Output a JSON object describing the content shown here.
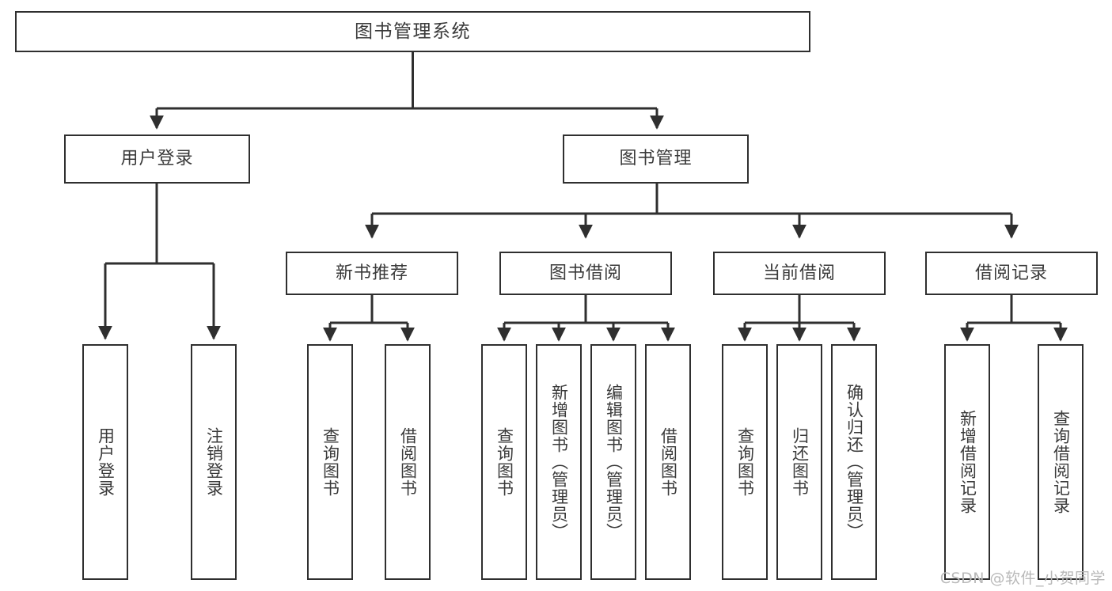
{
  "diagram": {
    "title": "图书管理系统",
    "type": "tree",
    "root": {
      "id": "root",
      "label": "图书管理系统"
    },
    "level2": [
      {
        "id": "user-login",
        "label": "用户登录"
      },
      {
        "id": "book-manage",
        "label": "图书管理"
      }
    ],
    "level3": [
      {
        "id": "new-book-rec",
        "label": "新书推荐",
        "parent": "book-manage"
      },
      {
        "id": "book-borrow",
        "label": "图书借阅",
        "parent": "book-manage"
      },
      {
        "id": "current-borrow",
        "label": "当前借阅",
        "parent": "book-manage"
      },
      {
        "id": "borrow-record",
        "label": "借阅记录",
        "parent": "book-manage"
      }
    ],
    "leaves": [
      {
        "id": "leaf-user-login",
        "label": "用户登录",
        "parent": "user-login"
      },
      {
        "id": "leaf-user-logout",
        "label": "注销登录",
        "parent": "user-login"
      },
      {
        "id": "leaf-query-book-1",
        "label": "查询图书",
        "parent": "new-book-rec"
      },
      {
        "id": "leaf-borrow-book-1",
        "label": "借阅图书",
        "parent": "new-book-rec"
      },
      {
        "id": "leaf-query-book-2",
        "label": "查询图书",
        "parent": "book-borrow"
      },
      {
        "id": "leaf-add-book",
        "label": "新增图书（管理员）",
        "parent": "book-borrow"
      },
      {
        "id": "leaf-edit-book",
        "label": "编辑图书（管理员）",
        "parent": "book-borrow"
      },
      {
        "id": "leaf-borrow-book-2",
        "label": "借阅图书",
        "parent": "book-borrow"
      },
      {
        "id": "leaf-query-book-3",
        "label": "查询图书",
        "parent": "current-borrow"
      },
      {
        "id": "leaf-return-book",
        "label": "归还图书",
        "parent": "current-borrow"
      },
      {
        "id": "leaf-confirm-return",
        "label": "确认归还（管理员）",
        "parent": "current-borrow"
      },
      {
        "id": "leaf-add-record",
        "label": "新增借阅记录",
        "parent": "borrow-record"
      },
      {
        "id": "leaf-query-record",
        "label": "查询借阅记录",
        "parent": "borrow-record"
      }
    ]
  },
  "watermark": {
    "text": "CSDN @软件_小贺同学"
  },
  "colors": {
    "stroke": "#2f2f2f",
    "text": "#3a3a3a",
    "background": "#ffffff",
    "watermark": "#b9b9b9"
  }
}
